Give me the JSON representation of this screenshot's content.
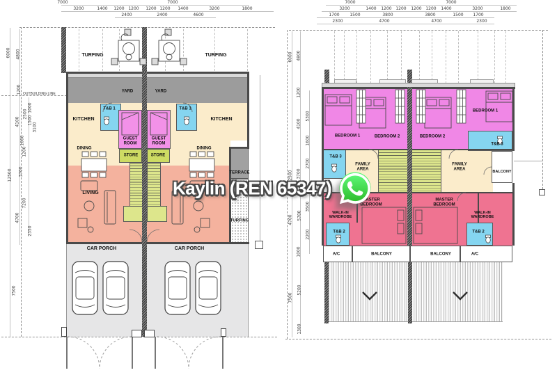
{
  "watermark": {
    "text": "Kaylin (REN 65347)",
    "icon": "whatsapp-icon",
    "icon_color": "#45c655"
  },
  "palette": {
    "bedroom_pink": "#f087e6",
    "master_rose": "#ef7391",
    "bathroom_cyan": "#85d5f0",
    "living_salmon": "#f4b29e",
    "kitchen_cream": "#fbeccb",
    "stairs_green": "#dde68c",
    "store_green": "#cddb63",
    "yard_gray": "#9c9c9c",
    "terrace_gray": "#a1a1a1",
    "carporch_gray": "#e6e6e7",
    "wall_dark": "#4a4a4a"
  },
  "ground_floor": {
    "dims_top_row1": [
      "7000",
      "7000"
    ],
    "dims_top_row2": [
      "3200",
      "1400",
      "1200",
      "1200",
      "1200",
      "1200",
      "1400",
      "3200",
      "1800"
    ],
    "dims_top_row3": [
      "2400",
      "2400",
      "4600"
    ],
    "dims_left": [
      "6000",
      "4800",
      "1200",
      "4100",
      "1000",
      "2500",
      "1500",
      "3100",
      "1600",
      "1200",
      "3700",
      "12500",
      "7200",
      "4700",
      "2350",
      "7500"
    ],
    "labels": {
      "outbuilding_line": "OUTBUILDING LINE",
      "turfing": "TURFING",
      "yard": "YARD",
      "kitchen": "KITCHEN",
      "tb1": "T&B 1",
      "guest_room": "GUEST ROOM",
      "dining": "DINING",
      "store": "STORE",
      "living": "LIVING",
      "terrace": "TERRACE",
      "car_porch": "CAR PORCH"
    }
  },
  "first_floor": {
    "dims_top_row1": [
      "7000",
      "7000"
    ],
    "dims_top_row2": [
      "3200",
      "1400",
      "1200",
      "1200",
      "1200",
      "1200",
      "1400",
      "3200",
      "1800"
    ],
    "dims_top_row3": [
      "1700",
      "1500",
      "3800",
      "3800",
      "1500",
      "1700"
    ],
    "dims_top_row4": [
      "2300",
      "4700",
      "4700",
      "2300"
    ],
    "dims_left": [
      "6000",
      "4800",
      "1200",
      "5300",
      "4100",
      "1600",
      "2700",
      "3700",
      "2500",
      "3500",
      "5700",
      "4700",
      "2200",
      "1000",
      "7500",
      "5200",
      "1300"
    ],
    "labels": {
      "bedroom1": "BEDROOM 1",
      "bedroom2": "BEDROOM 2",
      "tb3": "T&B 3",
      "family_area": "FAMILY AREA",
      "balcony": "BALCONY",
      "master_bedroom": "MASTER BEDROOM",
      "walk_in_wardrobe": "WALK-IN WARDROBE",
      "tb2": "T&B 2",
      "ac": "A/C"
    }
  }
}
